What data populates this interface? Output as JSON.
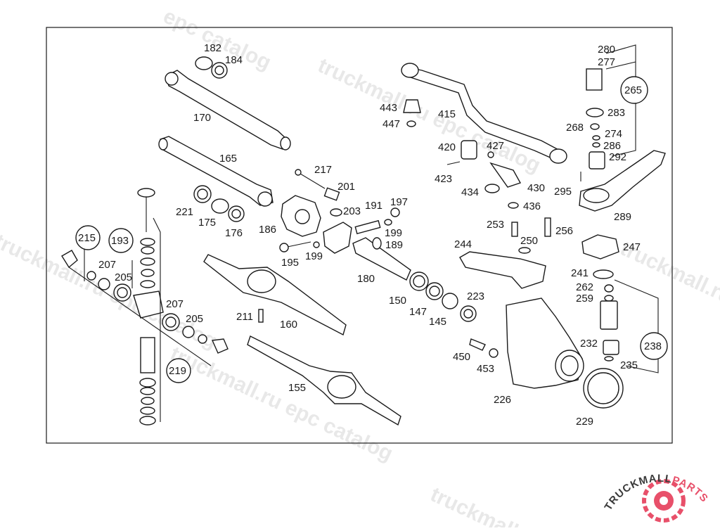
{
  "watermark": {
    "text_a": "epc catalog",
    "text_b": "truckmall.ru epc catalog",
    "text_c": "truckmall.ru",
    "text_d": "truckmall.ru epc catalog"
  },
  "logo": {
    "brand_dark": "TRUCKMALL",
    "brand_accent": "PARTS",
    "accent_color": "#e8506a",
    "dark_color": "#3a3a3a"
  },
  "parts": {
    "p182": "182",
    "p184": "184",
    "p170": "170",
    "p165": "165",
    "p217": "217",
    "p201": "201",
    "p203": "203",
    "p191": "191",
    "p197": "197",
    "p199a": "199",
    "p199b": "199",
    "p189": "189",
    "p186": "186",
    "p195": "195",
    "p180": "180",
    "p221": "221",
    "p175": "175",
    "p176": "176",
    "p215": "215",
    "p193": "193",
    "p207a": "207",
    "p205a": "205",
    "p207b": "207",
    "p205b": "205",
    "p219": "219",
    "p211": "211",
    "p160": "160",
    "p155": "155",
    "p150": "150",
    "p147": "147",
    "p145": "145",
    "p223": "223",
    "p443": "443",
    "p447": "447",
    "p415": "415",
    "p420": "420",
    "p427": "427",
    "p423": "423",
    "p434": "434",
    "p430": "430",
    "p436": "436",
    "p253": "253",
    "p256": "256",
    "p250": "250",
    "p244": "244",
    "p247": "247",
    "p295": "295",
    "p289": "289",
    "p280": "280",
    "p277": "277",
    "p265": "265",
    "p283": "283",
    "p268": "268",
    "p274": "274",
    "p286": "286",
    "p292": "292",
    "p241": "241",
    "p262": "262",
    "p259": "259",
    "p238": "238",
    "p232": "232",
    "p235": "235",
    "p450": "450",
    "p453": "453",
    "p226": "226",
    "p229": "229"
  }
}
